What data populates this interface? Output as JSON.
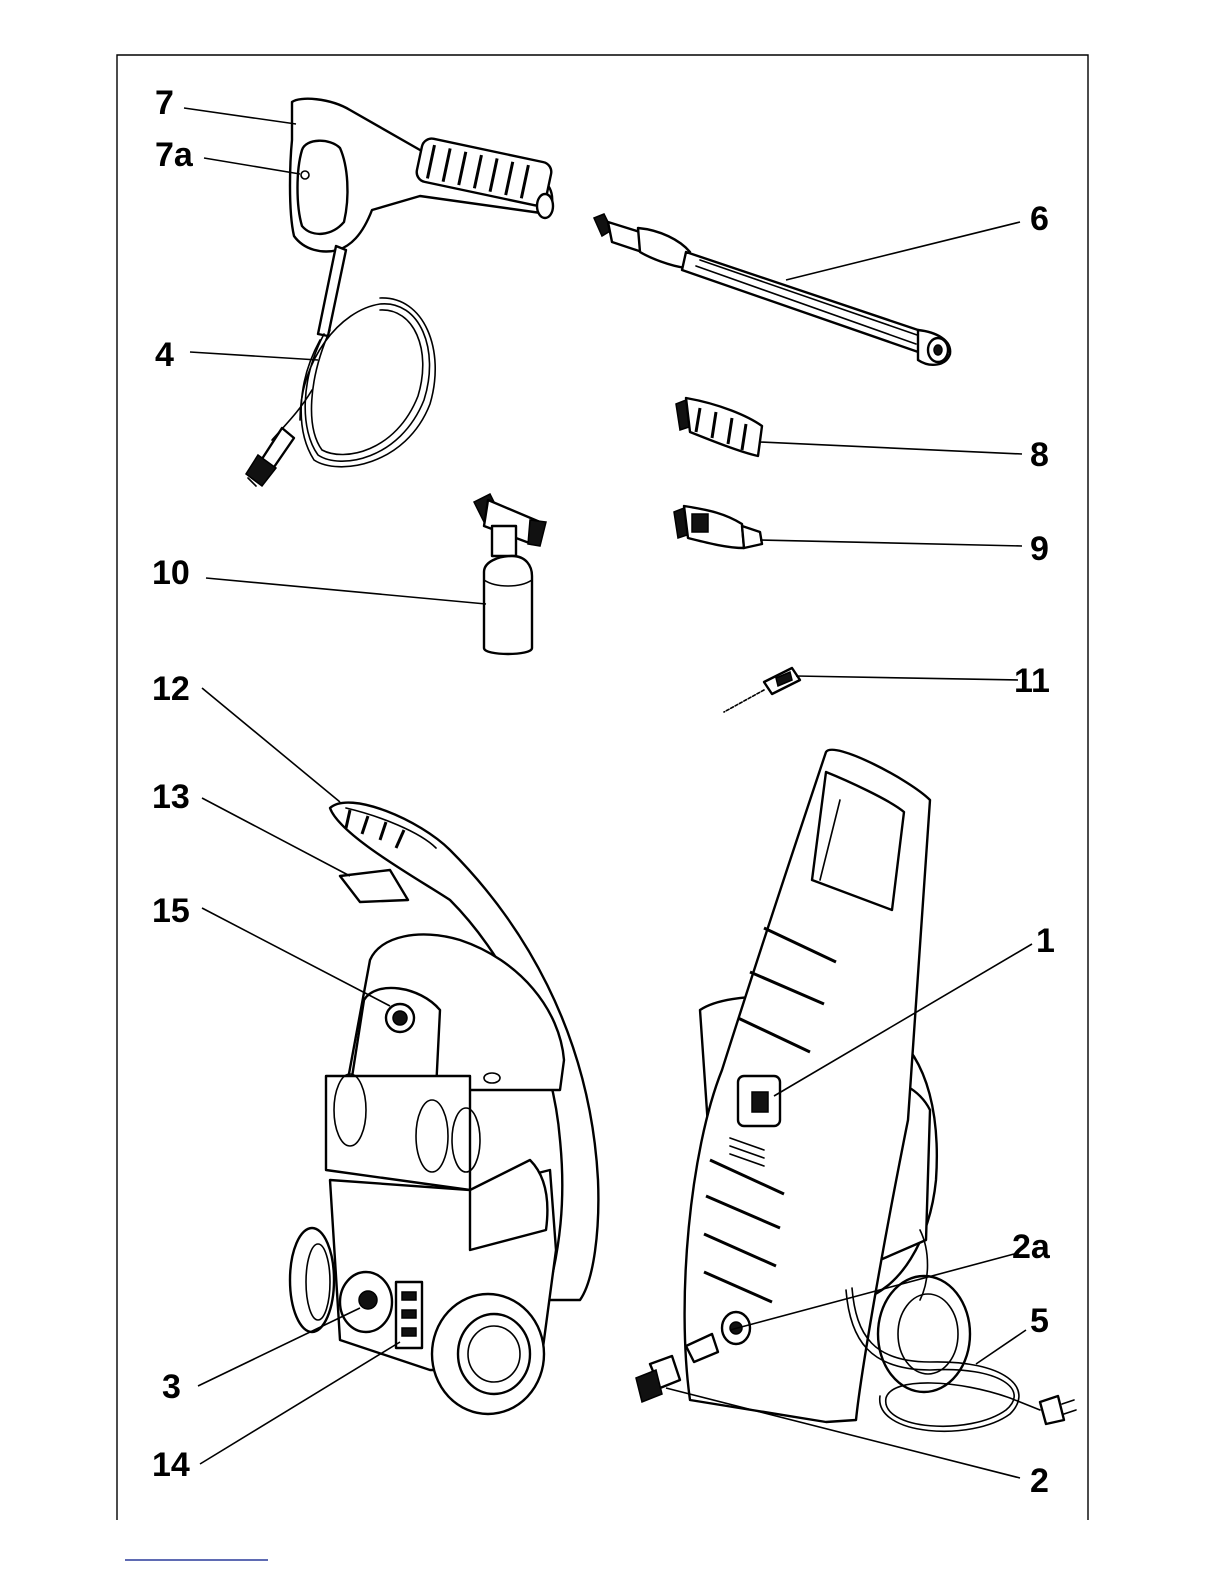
{
  "labels": {
    "l1": "1",
    "l2": "2",
    "l2a": "2a",
    "l3": "3",
    "l4": "4",
    "l5": "5",
    "l6": "6",
    "l7": "7",
    "l7a": "7a",
    "l8": "8",
    "l9": "9",
    "l10": "10",
    "l11": "11",
    "l12": "12",
    "l13": "13",
    "l14": "14",
    "l15": "15"
  }
}
